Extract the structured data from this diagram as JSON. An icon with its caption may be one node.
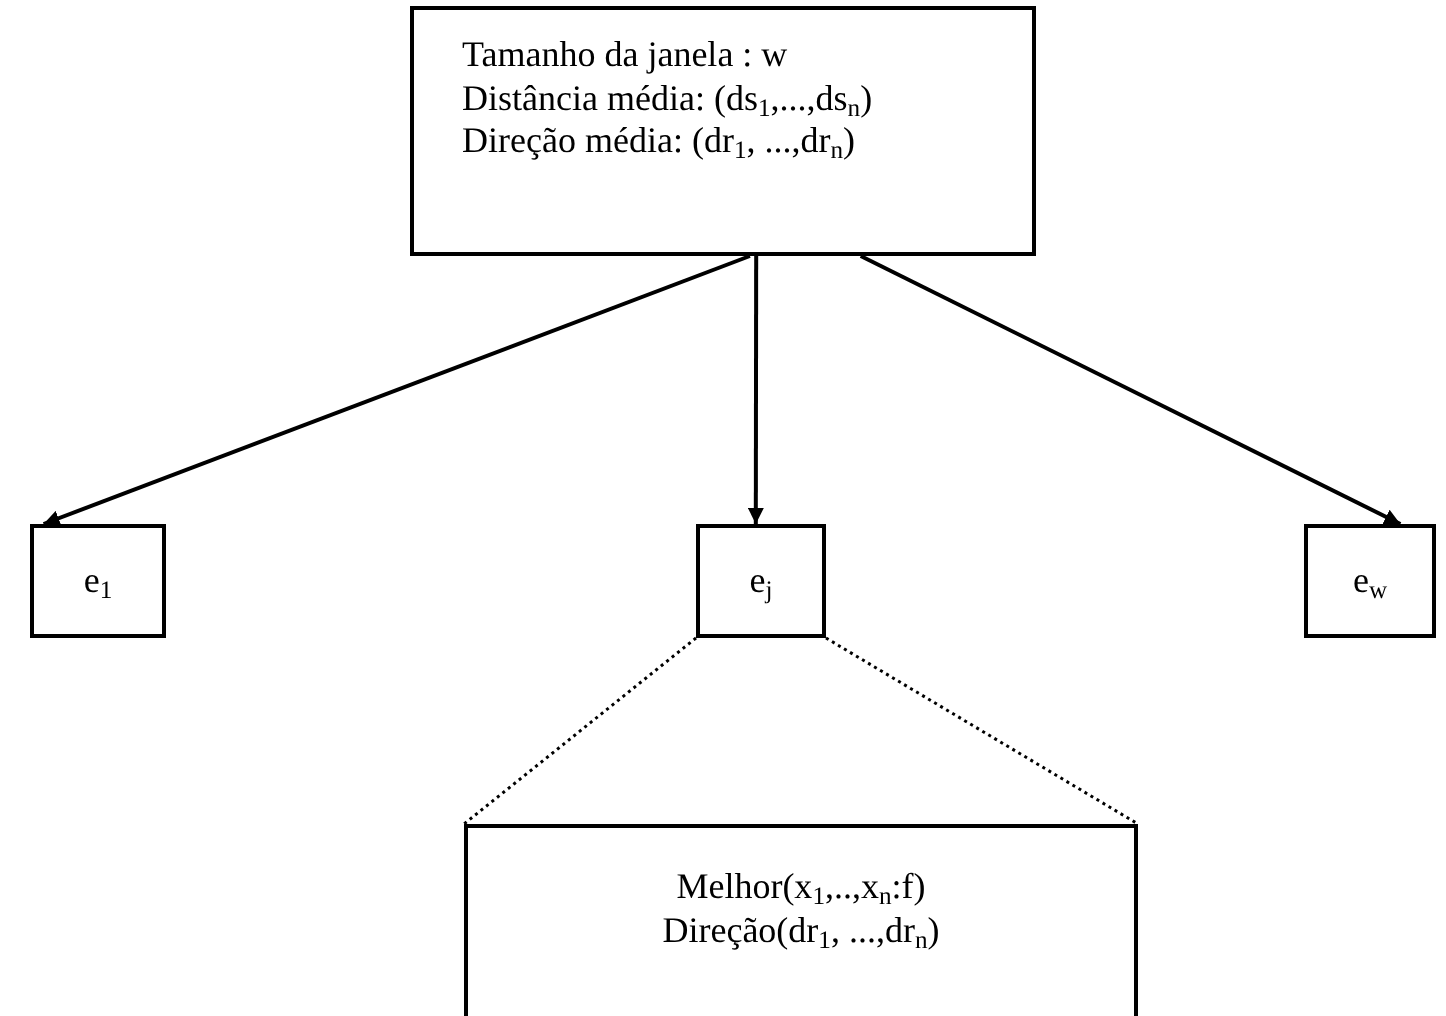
{
  "diagram": {
    "nodes": [
      {
        "text": [
          "Tamanho da janela : w",
          "Distância média: (ds$_{1}$,...,ds$_{n}$)",
          "Direção média: (dr$_{1}$, ...,dr$_{n}$)"
        ]
      },
      {
        "text": [
          "e$_{1}$"
        ]
      },
      {
        "text": [
          "e$_{j}$"
        ]
      },
      {
        "text": [
          "e$_{w}$"
        ]
      },
      {
        "text": [
          "Melhor(x$_{1}$,..,x$_{n}$:f)",
          "Direção(dr$_{1}$, ...,dr$_{n}$)"
        ]
      }
    ],
    "edges": [
      {
        "from": 0,
        "to": 1,
        "arrow": "to"
      },
      {
        "from": 0,
        "to": 2,
        "arrow": "to"
      },
      {
        "from": 0,
        "to": 3,
        "arrow": "to"
      },
      {
        "from": 2,
        "to": 4,
        "arrow": "none",
        "style": "dashed"
      },
      {
        "from": 2,
        "to": 4,
        "arrow": "none",
        "style": "dashed"
      }
    ]
  }
}
